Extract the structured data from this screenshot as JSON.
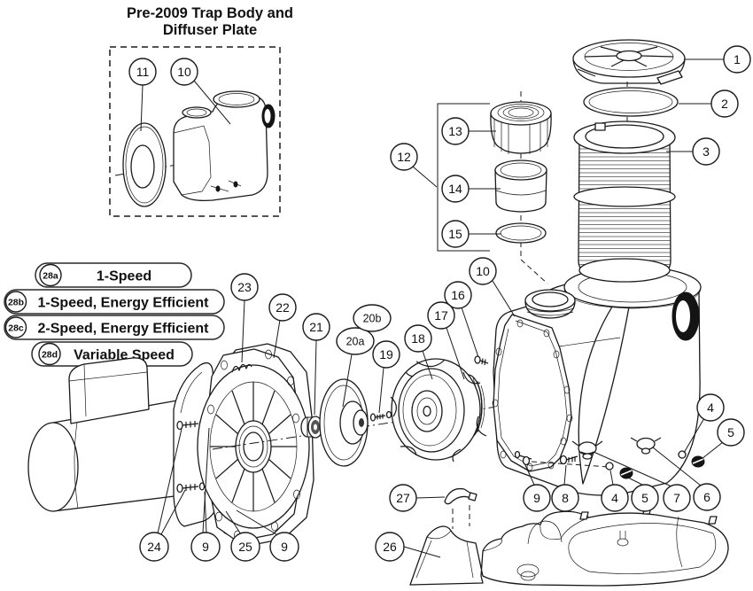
{
  "colors": {
    "line": "#1a1a1a",
    "background": "#ffffff",
    "dark_fill": "#141414"
  },
  "inset": {
    "title_line1": "Pre-2009 Trap Body and",
    "title_line2": "Diffuser Plate"
  },
  "motor_options": [
    {
      "id": "28a",
      "label": "1-Speed"
    },
    {
      "id": "28b",
      "label": "1-Speed, Energy Efficient"
    },
    {
      "id": "28c",
      "label": "2-Speed, Energy Efficient"
    },
    {
      "id": "28d",
      "label": "Variable Speed"
    }
  ],
  "callouts": {
    "c11i": "11",
    "c10i": "10",
    "c1": "1",
    "c2": "2",
    "c3": "3",
    "c12": "12",
    "c13": "13",
    "c14": "14",
    "c15": "15",
    "c10": "10",
    "c16": "16",
    "c17": "17",
    "c18": "18",
    "c19": "19",
    "c20a": "20a",
    "c20b": "20b",
    "c21": "21",
    "c22": "22",
    "c23": "23",
    "c24": "24",
    "c9a": "9",
    "c25": "25",
    "c9b": "9",
    "c27": "27",
    "c26": "26",
    "c9c": "9",
    "c8": "8",
    "c4a": "4",
    "c5a": "5",
    "c7": "7",
    "c6": "6",
    "c4b": "4",
    "c5b": "5"
  }
}
